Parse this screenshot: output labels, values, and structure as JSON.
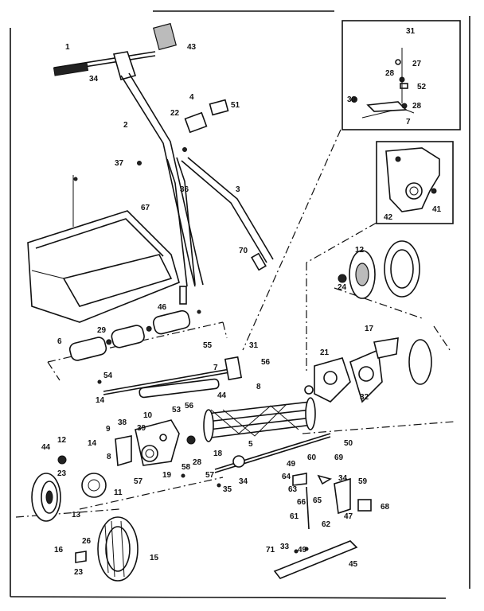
{
  "diagram": {
    "labels": [
      {
        "id": "1",
        "text": "1"
      },
      {
        "id": "43",
        "text": "43"
      },
      {
        "id": "34a",
        "text": "34"
      },
      {
        "id": "4",
        "text": "4"
      },
      {
        "id": "22",
        "text": "22"
      },
      {
        "id": "51",
        "text": "51"
      },
      {
        "id": "2",
        "text": "2"
      },
      {
        "id": "37",
        "text": "37"
      },
      {
        "id": "36",
        "text": "36"
      },
      {
        "id": "3",
        "text": "3"
      },
      {
        "id": "67",
        "text": "67"
      },
      {
        "id": "70",
        "text": "70"
      },
      {
        "id": "46",
        "text": "46"
      },
      {
        "id": "6",
        "text": "6"
      },
      {
        "id": "29",
        "text": "29"
      },
      {
        "id": "55",
        "text": "55"
      },
      {
        "id": "31a",
        "text": "31"
      },
      {
        "id": "56a",
        "text": "56"
      },
      {
        "id": "7",
        "text": "7"
      },
      {
        "id": "54",
        "text": "54"
      },
      {
        "id": "14a",
        "text": "14"
      },
      {
        "id": "44a",
        "text": "44"
      },
      {
        "id": "8",
        "text": "8"
      },
      {
        "id": "53",
        "text": "53"
      },
      {
        "id": "56b",
        "text": "56"
      },
      {
        "id": "10",
        "text": "10"
      },
      {
        "id": "9",
        "text": "9"
      },
      {
        "id": "38",
        "text": "38"
      },
      {
        "id": "39",
        "text": "39"
      },
      {
        "id": "18",
        "text": "18"
      },
      {
        "id": "5",
        "text": "5"
      },
      {
        "id": "50",
        "text": "50"
      },
      {
        "id": "44b",
        "text": "44"
      },
      {
        "id": "12a",
        "text": "12"
      },
      {
        "id": "14b",
        "text": "14"
      },
      {
        "id": "8b",
        "text": "8"
      },
      {
        "id": "57a",
        "text": "57"
      },
      {
        "id": "19",
        "text": "19"
      },
      {
        "id": "58",
        "text": "58"
      },
      {
        "id": "28a",
        "text": "28"
      },
      {
        "id": "23a",
        "text": "23"
      },
      {
        "id": "11",
        "text": "11"
      },
      {
        "id": "13",
        "text": "13"
      },
      {
        "id": "57b",
        "text": "57"
      },
      {
        "id": "35",
        "text": "35"
      },
      {
        "id": "34b",
        "text": "34"
      },
      {
        "id": "49a",
        "text": "49"
      },
      {
        "id": "60",
        "text": "60"
      },
      {
        "id": "69",
        "text": "69"
      },
      {
        "id": "64",
        "text": "64"
      },
      {
        "id": "34c",
        "text": "34"
      },
      {
        "id": "59",
        "text": "59"
      },
      {
        "id": "63",
        "text": "63"
      },
      {
        "id": "66",
        "text": "66"
      },
      {
        "id": "65",
        "text": "65"
      },
      {
        "id": "47",
        "text": "47"
      },
      {
        "id": "68",
        "text": "68"
      },
      {
        "id": "61",
        "text": "61"
      },
      {
        "id": "62",
        "text": "62"
      },
      {
        "id": "26",
        "text": "26"
      },
      {
        "id": "16",
        "text": "16"
      },
      {
        "id": "15",
        "text": "15"
      },
      {
        "id": "23b",
        "text": "23"
      },
      {
        "id": "71",
        "text": "71"
      },
      {
        "id": "33",
        "text": "33"
      },
      {
        "id": "49b",
        "text": "49"
      },
      {
        "id": "45",
        "text": "45"
      },
      {
        "id": "21",
        "text": "21"
      },
      {
        "id": "17",
        "text": "17"
      },
      {
        "id": "32",
        "text": "32"
      },
      {
        "id": "24",
        "text": "24"
      },
      {
        "id": "12b",
        "text": "12"
      },
      {
        "id": "42",
        "text": "42"
      },
      {
        "id": "41",
        "text": "41"
      },
      {
        "id": "31b",
        "text": "31"
      },
      {
        "id": "27",
        "text": "27"
      },
      {
        "id": "28b",
        "text": "28"
      },
      {
        "id": "52",
        "text": "52"
      },
      {
        "id": "30",
        "text": "30"
      },
      {
        "id": "28c",
        "text": "28"
      },
      {
        "id": "7b",
        "text": "7"
      }
    ]
  }
}
